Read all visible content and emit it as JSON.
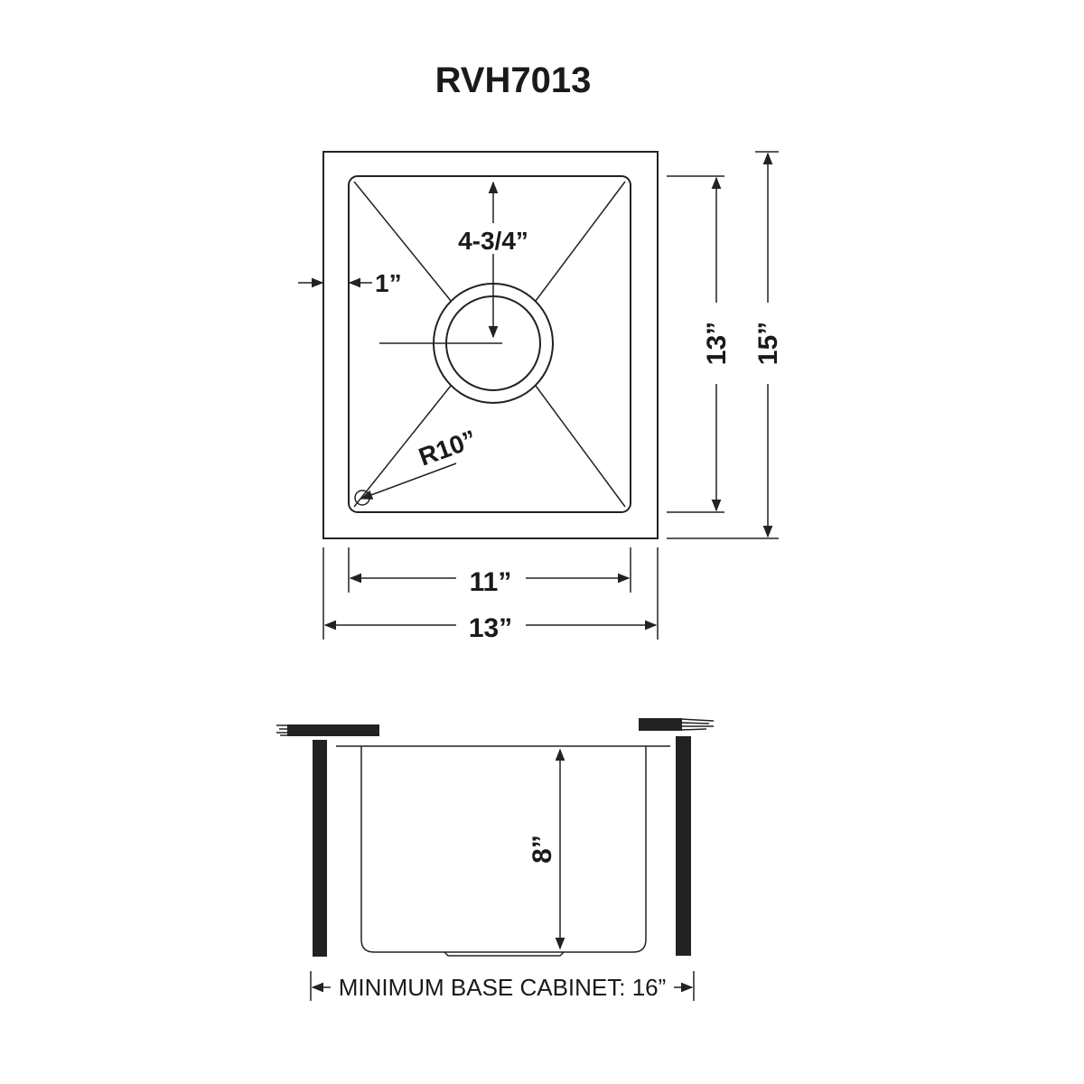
{
  "title": "RVH7013",
  "top_view": {
    "drain_depth": "4-3/4”",
    "rim_width": "1”",
    "corner_radius": "R10”",
    "inner_length": "13”",
    "outer_length": "15”",
    "inner_width": "11”",
    "outer_width": "13”"
  },
  "side_view": {
    "depth": "8”",
    "min_cabinet": "MINIMUM BASE CABINET: 16”"
  },
  "colors": {
    "ink": "#1a1a1a",
    "background": "#ffffff"
  }
}
